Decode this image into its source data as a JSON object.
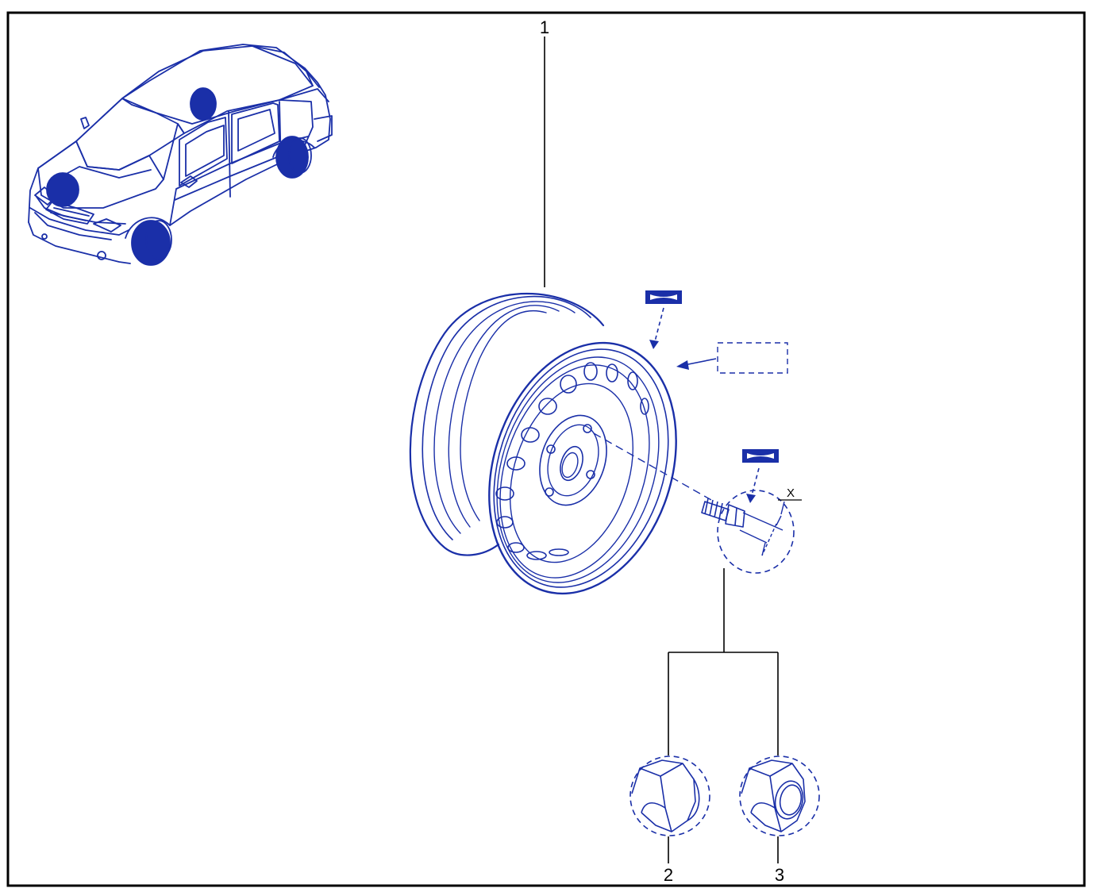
{
  "diagram": {
    "callouts": [
      {
        "id": "1",
        "label": "1"
      },
      {
        "id": "2",
        "label": "2"
      },
      {
        "id": "3",
        "label": "3"
      }
    ],
    "dimension_label": "X"
  },
  "colors": {
    "line": "#1a2fa8",
    "fill_dark": "#1a2fa8",
    "frame": "#000000",
    "callout": "#000000",
    "background": "#ffffff"
  }
}
